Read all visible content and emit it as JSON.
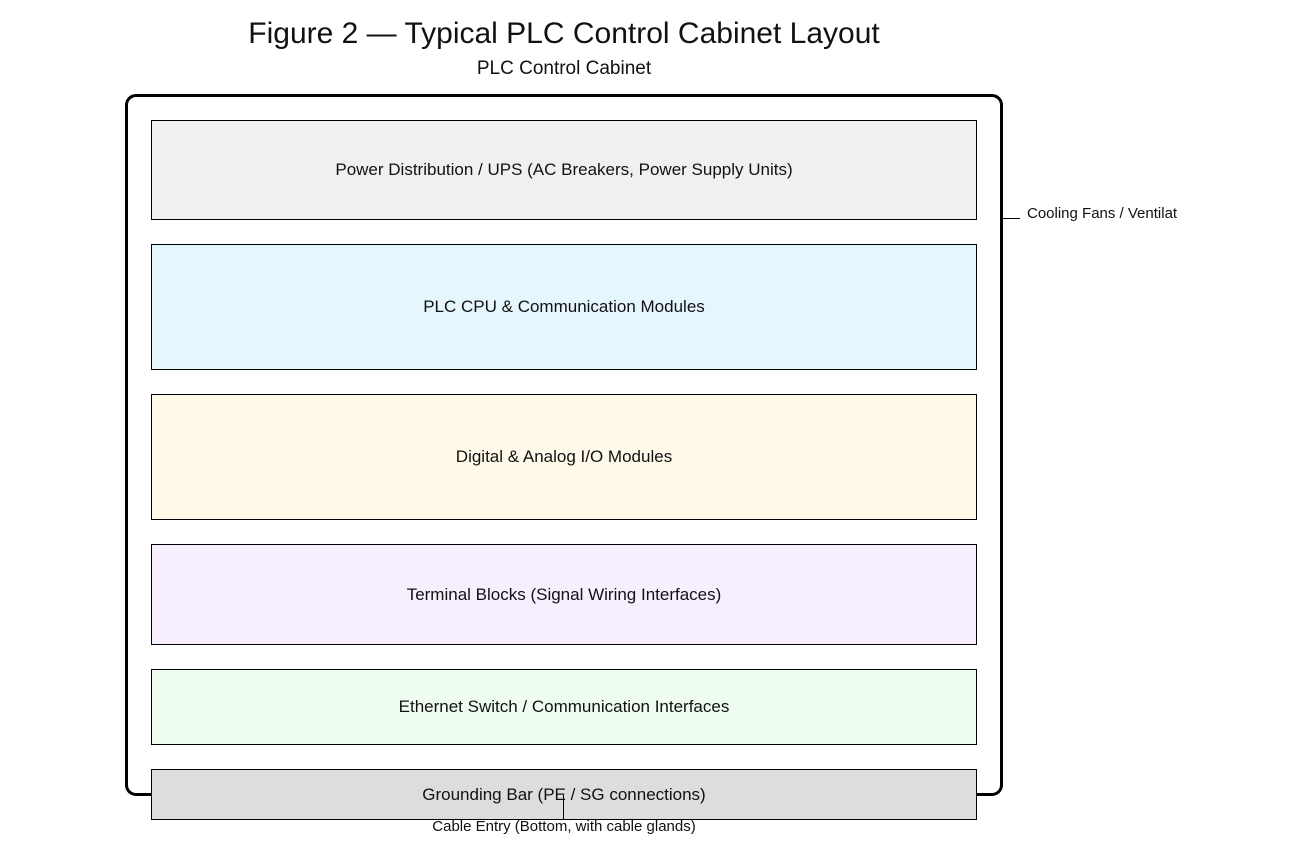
{
  "title": "Figure 2 — Typical PLC Control Cabinet Layout",
  "cabinet_label": "PLC Control Cabinet",
  "panels": [
    {
      "label": "Power Distribution / UPS (AC Breakers, Power Supply Units)",
      "fill": "#f0f0f0"
    },
    {
      "label": "PLC CPU & Communication Modules",
      "fill": "#e6f6fd"
    },
    {
      "label": "Digital & Analog I/O Modules",
      "fill": "#fff9ea"
    },
    {
      "label": "Terminal Blocks (Signal Wiring Interfaces)",
      "fill": "#f7effd"
    },
    {
      "label": "Ethernet Switch / Communication Interfaces",
      "fill": "#effdf0"
    },
    {
      "label": "Grounding Bar (PE / SG connections)",
      "fill": "#dddddd"
    }
  ],
  "side_label": "Cooling Fans / Ventilat",
  "bottom_label": "Cable Entry (Bottom, with cable glands)",
  "colors": {
    "stroke": "#000000",
    "text": "#111111",
    "background": "#ffffff"
  }
}
